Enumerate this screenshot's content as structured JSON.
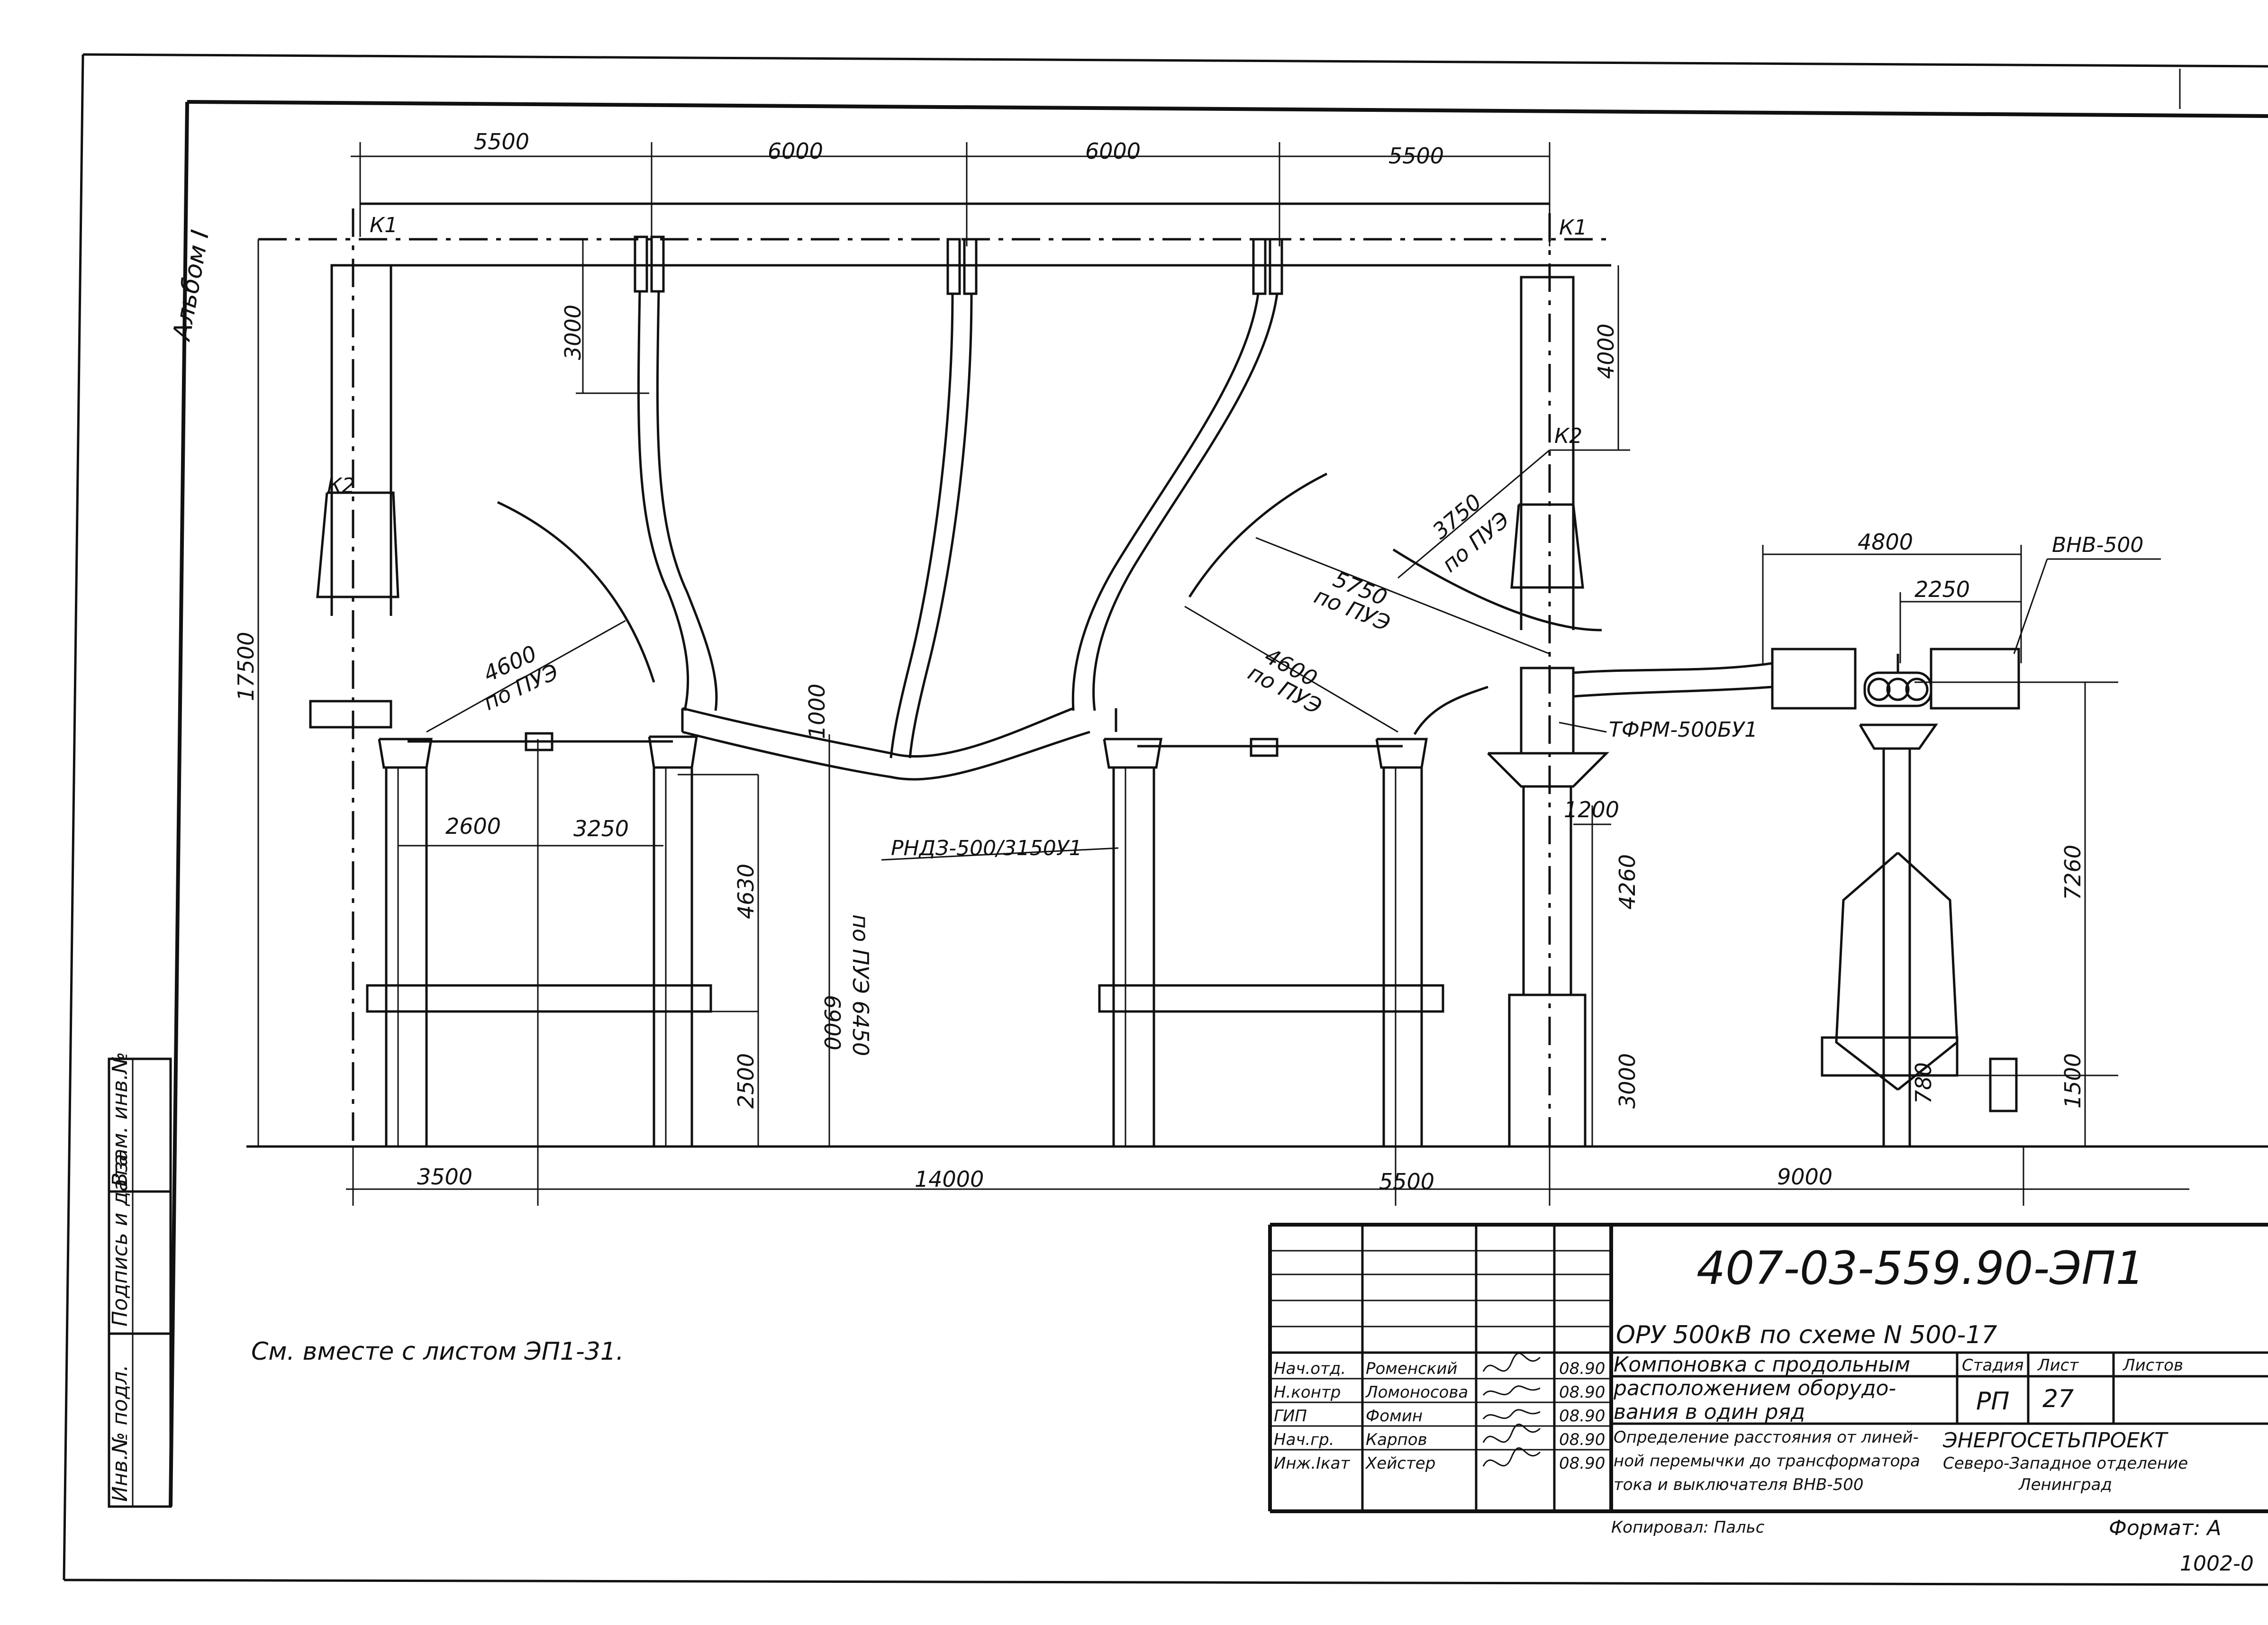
{
  "album_label": "Альбом I",
  "top_dims": [
    "5500",
    "6000",
    "6000",
    "5500"
  ],
  "bottom_dims": [
    "3500",
    "14000",
    "5500",
    "9000"
  ],
  "labels": {
    "k1_left": "К1",
    "k1_right": "К1",
    "k2_left": "К2",
    "k2_right": "К2",
    "height_total": "17500",
    "v3000": "3000",
    "v4000": "4000",
    "r4600_left": "4600",
    "r4600_left_note": "по ПУЭ",
    "r4600_right": "4600",
    "r4600_right_note": "по ПУЭ",
    "r5750": "5750",
    "r5750_note": "по ПУЭ",
    "r3750": "3750",
    "r3750_note": "по ПУЭ",
    "d2600": "2600",
    "d3250": "3250",
    "v4630": "4630",
    "v2500": "2500",
    "v1000": "1000",
    "v6900": "6900",
    "v6450": "по ПУЭ 6450",
    "v4260": "4260",
    "v1200": "1200",
    "v3000b": "3000",
    "d4800": "4800",
    "d2250": "2250",
    "v7260": "7260",
    "v1500": "1500",
    "v780": "780",
    "rnd": "РНДЗ-500/3150У1",
    "tfrm": "ТФРМ-500БУ1",
    "vnv": "ВНВ-500"
  },
  "note": "См. вместе с листом ЭП1-31.",
  "side_stamp": [
    "Инв.№ подл.",
    "Подпись и дата",
    "Взам. инв.№"
  ],
  "title_block": {
    "code": "407-03-559.90-ЭП1",
    "project": "ОРУ 500кВ по схеме N 500-17",
    "title": [
      "Компоновка с продольным",
      "расположением оборудо-",
      "вания в один ряд"
    ],
    "subtitle": [
      "Определение расстояния от линей-",
      "ной перемычки до трансформатора",
      "тока и выключателя ВНВ-500"
    ],
    "stage_header": "Стадия",
    "sheet_header": "Лист",
    "sheets_header": "Листов",
    "stage": "РП",
    "sheet": "27",
    "org": [
      "ЭНЕРГОСЕТЬПРОЕКТ",
      "Северо-Западное отделение",
      "Ленинград"
    ],
    "copied": "Копировал: Пальс",
    "format": "Формат: А",
    "inv": "1002-0",
    "rows": [
      {
        "role": "Нач.отд.",
        "name": "Роменский",
        "date": "08.90"
      },
      {
        "role": "Н.контр",
        "name": "Ломоносова",
        "date": "08.90"
      },
      {
        "role": "ГИП",
        "name": "Фомин",
        "date": "08.90"
      },
      {
        "role": "Нач.гр.",
        "name": "Карпов",
        "date": "08.90"
      },
      {
        "role": "Инж.Iкат",
        "name": "Хейстер",
        "date": "08.90"
      }
    ]
  }
}
